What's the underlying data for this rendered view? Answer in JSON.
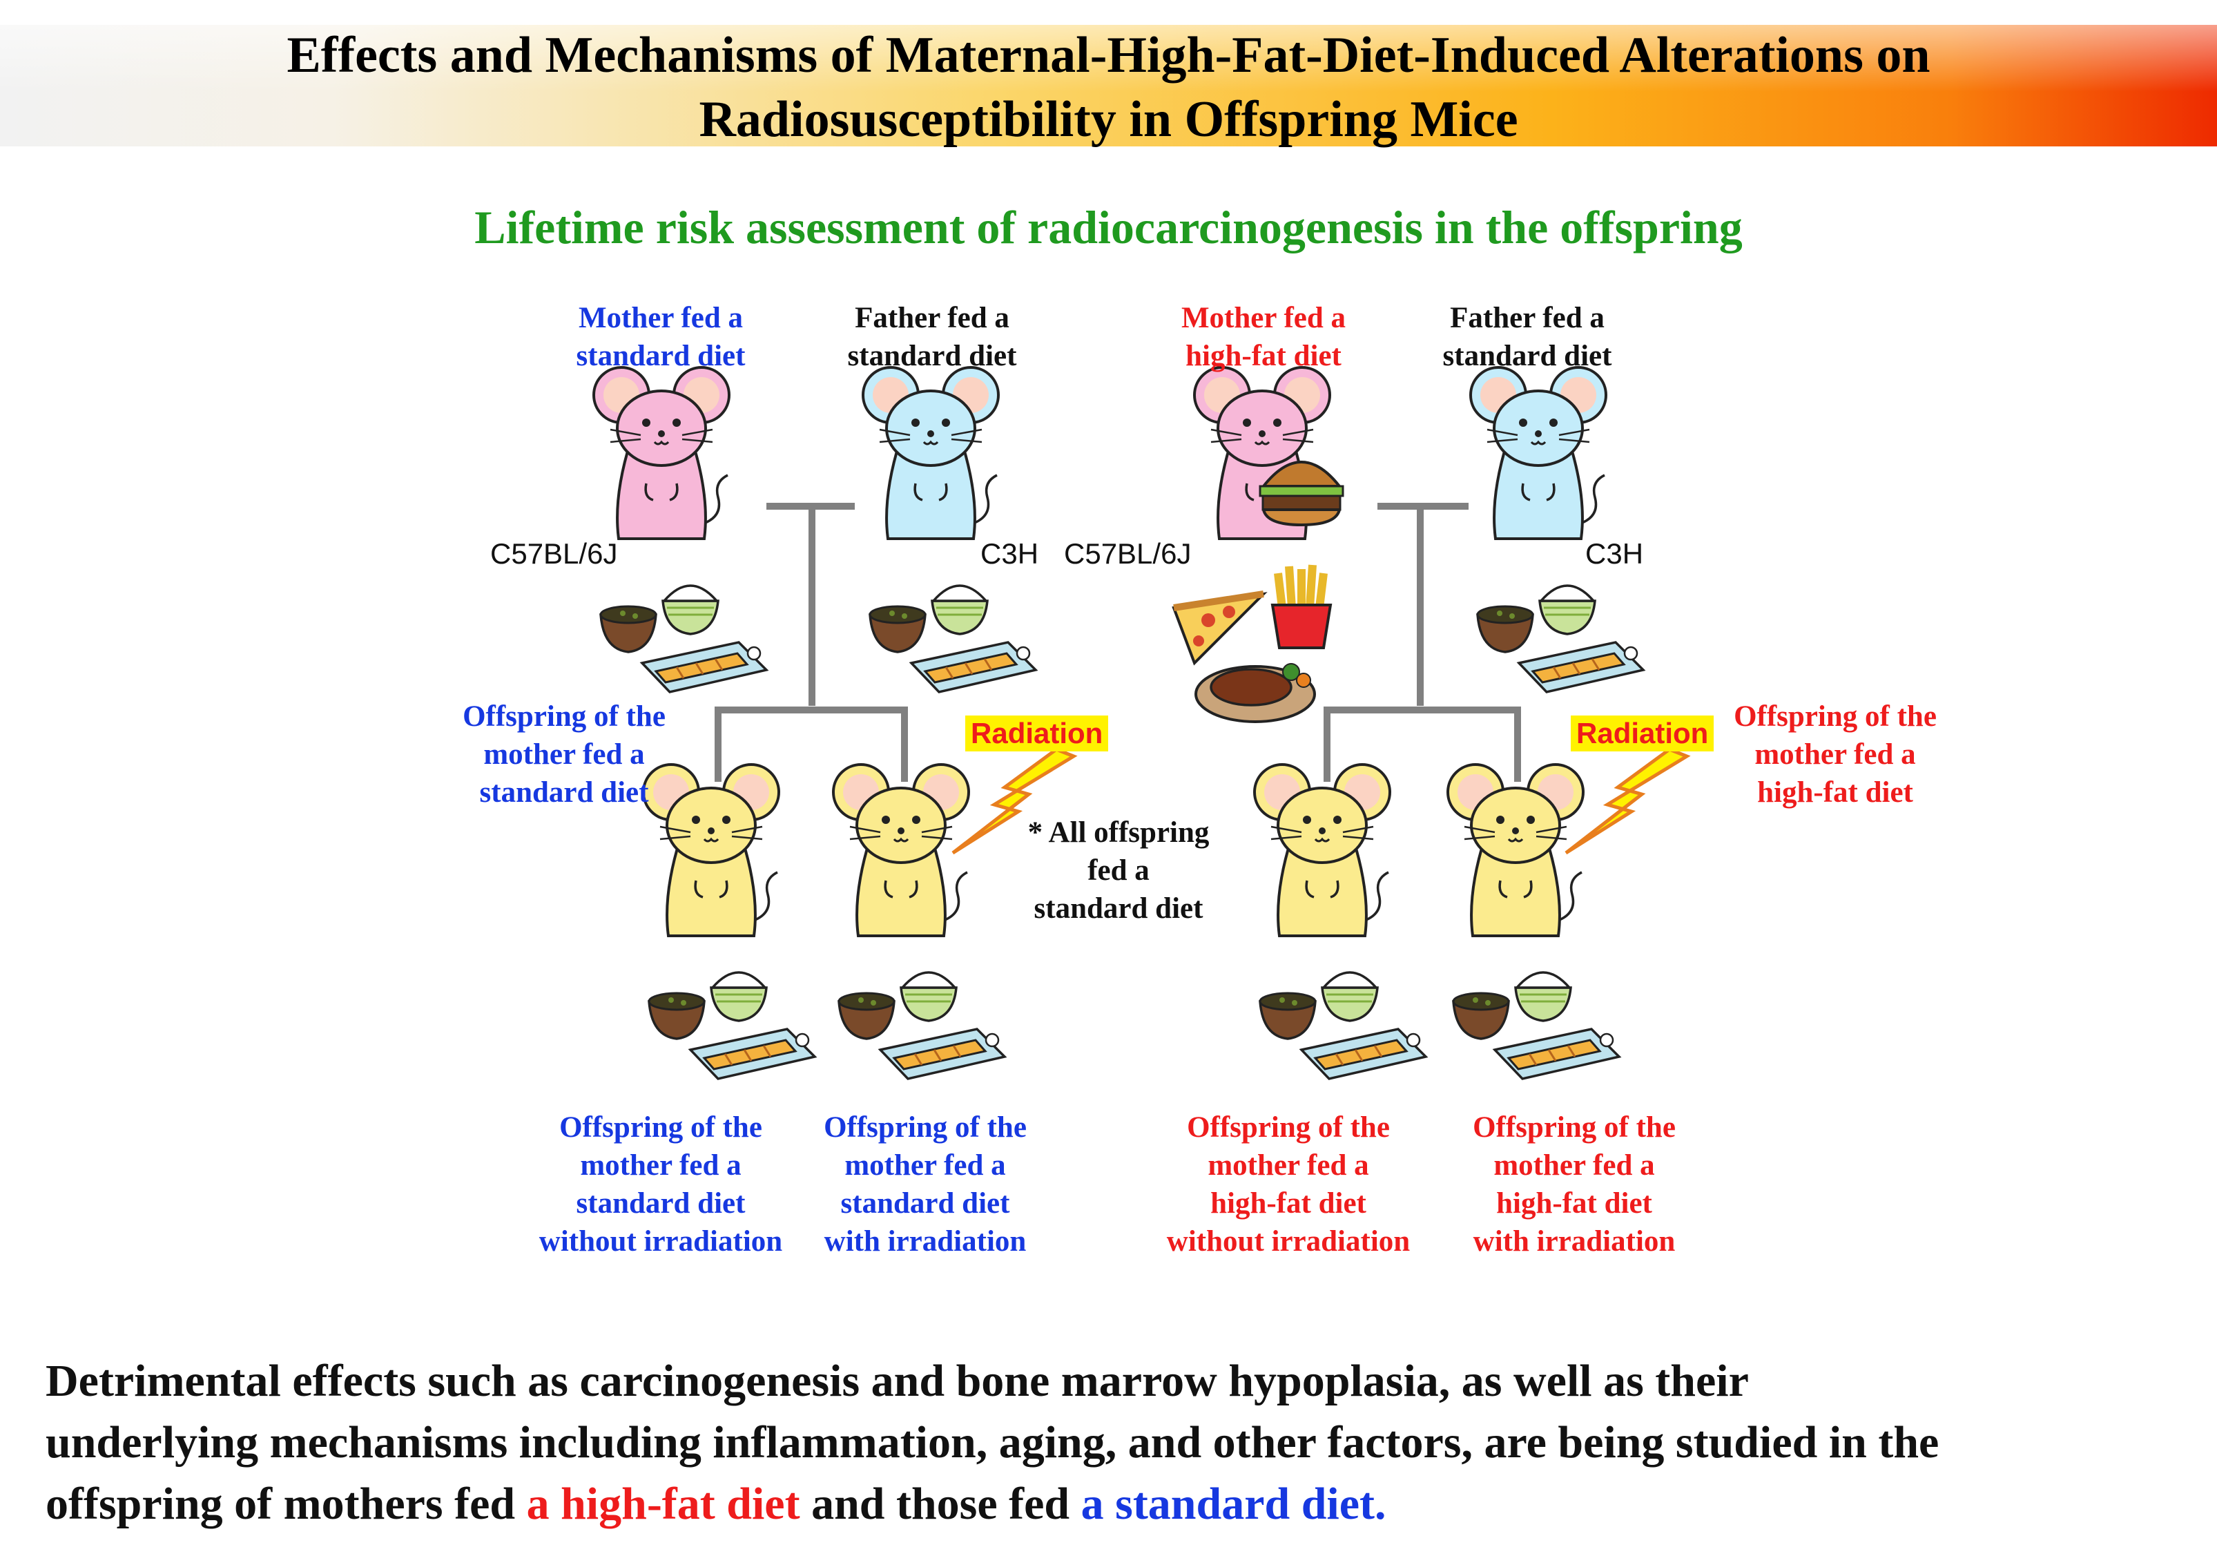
{
  "header": {
    "title_line1": "Effects and Mechanisms of Maternal-High-Fat-Diet-Induced Alterations on",
    "title_line2": "Radiosusceptibility in Offspring Mice",
    "subtitle": "Lifetime risk assessment of radiocarcinogenesis in the offspring"
  },
  "parents": {
    "mother_standard": [
      "Mother fed a",
      "standard diet"
    ],
    "father_standard_left": [
      "Father fed a",
      "standard diet"
    ],
    "mother_highfat": [
      "Mother fed a",
      "high-fat diet"
    ],
    "father_standard_right": [
      "Father fed a",
      "standard diet"
    ]
  },
  "strains": {
    "left_mother": "C57BL/6J",
    "left_father": "C3H",
    "right_mother": "C57BL/6J",
    "right_father": "C3H"
  },
  "radiation_label": "Radiation",
  "offspring_group_left": [
    "Offspring of the",
    "mother fed a",
    "standard diet"
  ],
  "offspring_group_right": [
    "Offspring of the",
    "mother fed a",
    "high-fat diet"
  ],
  "note": [
    "* All offspring",
    "fed a",
    "standard diet"
  ],
  "groups": [
    [
      "Offspring of the",
      "mother fed a",
      "standard diet",
      "without irradiation"
    ],
    [
      "Offspring of the",
      "mother fed a",
      "standard diet",
      "with irradiation"
    ],
    [
      "Offspring of the",
      "mother fed a",
      "high-fat diet",
      "without irradiation"
    ],
    [
      "Offspring of the",
      "mother fed a",
      "high-fat diet",
      "with irradiation"
    ]
  ],
  "summary": {
    "line1": "Detrimental effects such as carcinogenesis and bone marrow hypoplasia, as well as their",
    "line2": "underlying mechanisms including inflammation, aging, and other factors, are being studied in the",
    "line3_prefix": "offspring of mothers fed ",
    "line3_red": "a high-fat diet",
    "line3_mid": " and those fed ",
    "line3_blue": "a standard diet."
  },
  "colors": {
    "standard_diet": "#1638e0",
    "high_fat_diet": "#ee1c1c",
    "subtitle": "#1f9a1f",
    "mother_mouse": "#f7b8d8",
    "father_mouse": "#c4ecfa",
    "offspring_mouse": "#fbeb8e",
    "connector": "#808080"
  }
}
